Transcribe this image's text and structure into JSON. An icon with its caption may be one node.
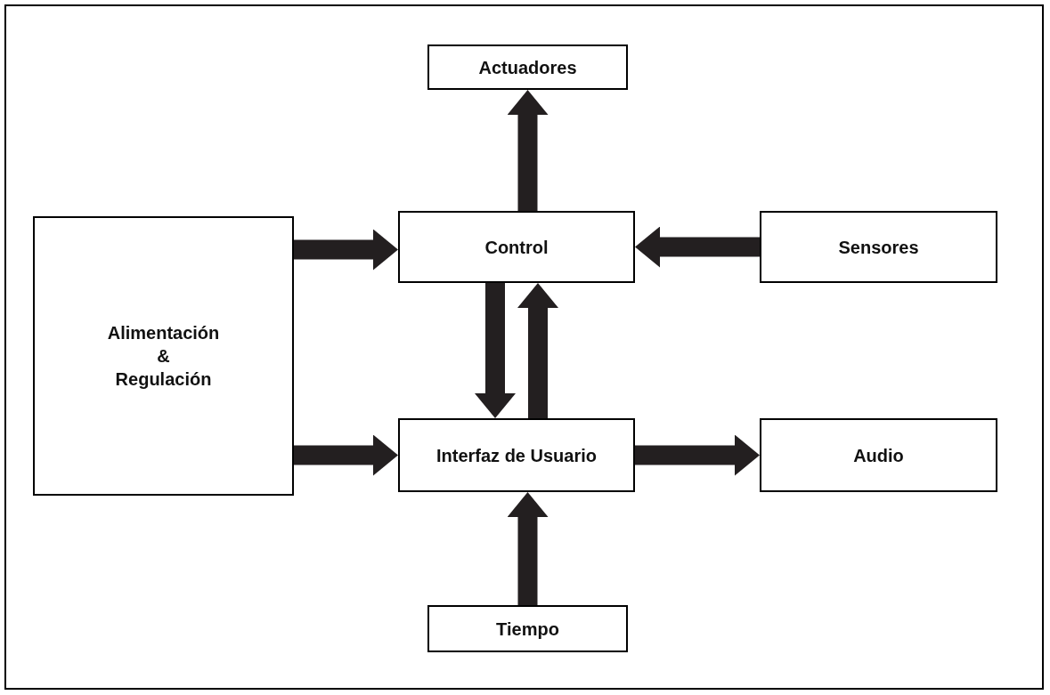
{
  "diagram": {
    "nodes": [
      {
        "text": [
          "Actuadores"
        ]
      },
      {
        "text": [
          "Alimentación & Regulación"
        ]
      },
      {
        "text": [
          "Control"
        ]
      },
      {
        "text": [
          "Sensores"
        ]
      },
      {
        "text": [
          "Interfaz de Usuario"
        ]
      },
      {
        "text": [
          "Audio"
        ]
      },
      {
        "text": [
          "Tiempo"
        ]
      }
    ],
    "edges": [
      {
        "from": 2,
        "to": 0,
        "arrow": "to"
      },
      {
        "from": 1,
        "to": 2,
        "arrow": "to"
      },
      {
        "from": 3,
        "to": 2,
        "arrow": "to"
      },
      {
        "from": 4,
        "to": 2,
        "arrow": "to"
      },
      {
        "from": 2,
        "to": 4,
        "arrow": "to"
      },
      {
        "from": 1,
        "to": 4,
        "arrow": "to"
      },
      {
        "from": 4,
        "to": 5,
        "arrow": "to"
      },
      {
        "from": 6,
        "to": 4,
        "arrow": "to"
      }
    ]
  }
}
